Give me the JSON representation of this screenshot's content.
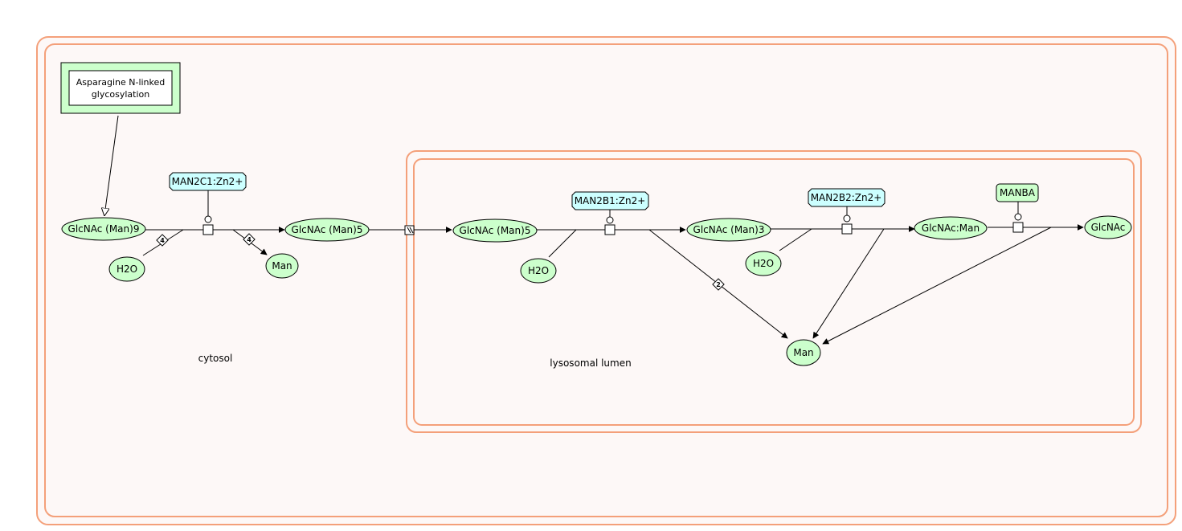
{
  "compartments": {
    "outer_label": "cytosol",
    "inner_label": "lysosomal lumen"
  },
  "pathway_link": {
    "label_line1": "Asparagine N-linked",
    "label_line2": "glycosylation"
  },
  "molecules": {
    "glcnac_man9": "GlcNAc (Man)9",
    "glcnac_man5_cytosol": "GlcNAc (Man)5",
    "h2o_cytosol": "H2O",
    "man_cytosol": "Man",
    "glcnac_man5_lys": "GlcNAc (Man)5",
    "h2o_lys_1": "H2O",
    "glcnac_man3": "GlcNAc (Man)3",
    "h2o_lys_2": "H2O",
    "glcnac_man": "GlcNAc:Man",
    "glcnac": "GlcNAc",
    "man_lys": "Man"
  },
  "catalysts": {
    "man2c1": "MAN2C1:Zn2+",
    "man2b1": "MAN2B1:Zn2+",
    "man2b2": "MAN2B2:Zn2+",
    "manba": "MANBA"
  },
  "stoichiometry": {
    "h2o_cytosol": "4",
    "man_cytosol": "4",
    "man_lys": "2"
  },
  "colors": {
    "compartment_border": "#f4a07a",
    "compartment_fill": "#fdf8f7",
    "molecule_fill": "#ccffcc",
    "catalyst_fill": "#ccffff",
    "pathway_fill": "#ccffcc"
  }
}
